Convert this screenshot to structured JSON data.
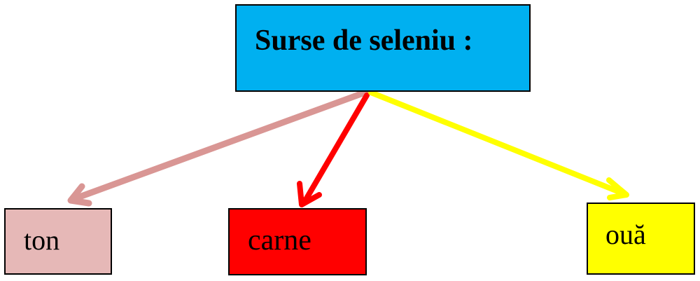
{
  "diagram": {
    "root": {
      "label": "Surse de seleniu :",
      "color": "#00b0f0"
    },
    "children": [
      {
        "label": "ton",
        "color": "#e6b8b7",
        "arrow_color": "#d99694"
      },
      {
        "label": "carne",
        "color": "#ff0000",
        "arrow_color": "#ff0000"
      },
      {
        "label": "ouă",
        "color": "#ffff00",
        "arrow_color": "#ffff00"
      }
    ]
  }
}
